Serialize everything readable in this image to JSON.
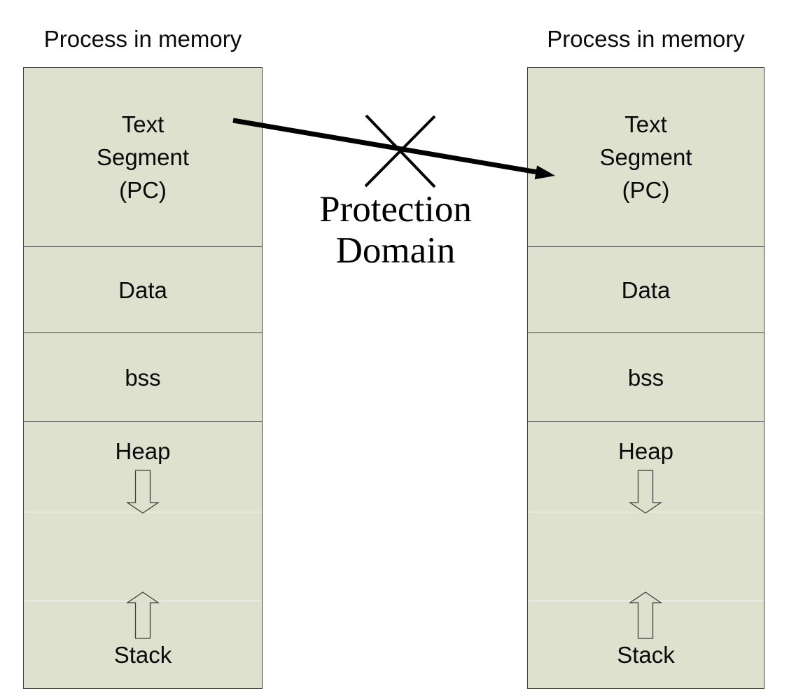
{
  "diagram": {
    "processes": [
      {
        "title": "Process in memory",
        "segments": {
          "text_lines": [
            "Text",
            "Segment",
            "(PC)"
          ],
          "data": "Data",
          "bss": "bss",
          "heap": "Heap",
          "stack": "Stack"
        }
      },
      {
        "title": "Process in memory",
        "segments": {
          "text_lines": [
            "Text",
            "Segment",
            "(PC)"
          ],
          "data": "Data",
          "bss": "bss",
          "heap": "Heap",
          "stack": "Stack"
        }
      }
    ],
    "protection_label": {
      "line1": "Protection",
      "line2": "Domain"
    }
  },
  "colors": {
    "segment_fill": "#dde1cd",
    "segment_border": "#3f3f3f",
    "arrow": "#000000",
    "text": "#0a0a0a",
    "background": "#ffffff"
  }
}
